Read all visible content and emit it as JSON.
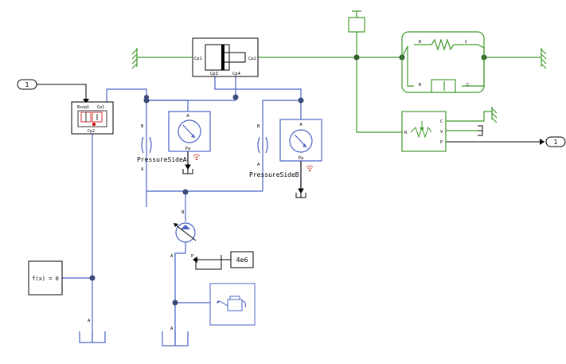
{
  "labels": {
    "inport": "1",
    "outport": "1",
    "ref_port_in": "Вход1",
    "ref_port_cp1": "Cp1",
    "ref_port_cp2": "Cp2",
    "cyl_cp1": "Cp1",
    "cyl_cp2": "Cp2",
    "cyl_cp3": "Cp3",
    "cyl_cp4": "Cp4",
    "spring_r": "R",
    "spring_c": "C",
    "damper_r": "R",
    "damper_c": "C",
    "sensor_r": "R",
    "sensor_c": "C",
    "sensor_v": "V",
    "sensor_p": "P",
    "gauge_a_in": "A",
    "gauge_a_out": "Pa",
    "gauge_b_in": "A",
    "gauge_b_out": "Pa",
    "pressure_side_a": "PressureSideA",
    "pressure_side_b": "PressureSideB",
    "orifice_a_top": "B",
    "orifice_a_bottom": "A",
    "orifice_b_top": "B",
    "orifice_b_bottom": "A",
    "pump_b": "B",
    "pump_a": "A",
    "pump_p": "P",
    "pressure_const": "4e6",
    "solver_config": "f(x) = 0",
    "solver_a": "A",
    "tank_a": "A"
  },
  "colors": {
    "hydraulic": "#4a63c6",
    "mechanical": "#3f9a2a",
    "signal": "#000000",
    "junction": "#3a4a78",
    "mech_junction": "#2e5e2e"
  }
}
